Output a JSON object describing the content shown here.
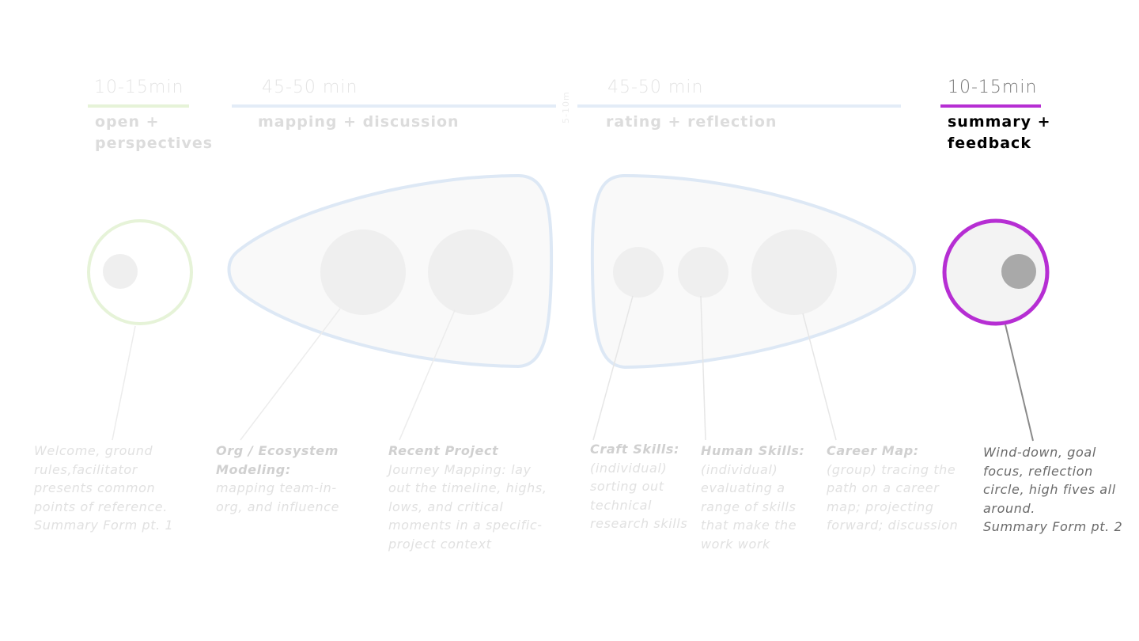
{
  "colors": {
    "green": "#e6f3d8",
    "blue": "#dde8f5",
    "magenta": "#b62ed3",
    "pod_fill": "#f9f9f9",
    "dot_gray": "#efefef",
    "dot_active": "#a9a9a9",
    "active_text": "#000000"
  },
  "phases": [
    {
      "id": "open",
      "duration": "10-15min",
      "title_lines": [
        "open +",
        "perspectives"
      ],
      "active": false
    },
    {
      "id": "mapping",
      "duration": "45-50 min",
      "title_lines": [
        "mapping + discussion"
      ],
      "active": false
    },
    {
      "id": "rating",
      "duration": "45-50 min",
      "title_lines": [
        "rating + reflection"
      ],
      "active": false
    },
    {
      "id": "summary",
      "duration": "10-15min",
      "title_lines": [
        "summary +",
        "feedback"
      ],
      "active": true
    }
  ],
  "break": {
    "label": "5-10m"
  },
  "activities": [
    {
      "id": "welcome",
      "phase": "open",
      "title": "",
      "lines": [
        "Welcome, ground",
        "rules,facilitator",
        "presents common",
        "points of reference."
      ],
      "footer": "Summary Form pt. 1",
      "active": false
    },
    {
      "id": "org-ecosystem",
      "phase": "mapping",
      "title": "Org / Ecosystem Modeling",
      "lines": [
        "Org / Ecosystem",
        "Modeling:",
        "mapping team-in-",
        "org, and influence"
      ],
      "active": false
    },
    {
      "id": "journey-mapping",
      "phase": "mapping",
      "title": "Recent Project Journey Mapping:",
      "lines": [
        "Recent Project",
        "Journey Mapping: lay",
        "out the timeline, highs,",
        "lows, and critical",
        "moments in a specific-",
        "project context"
      ],
      "active": false
    },
    {
      "id": "craft-skills",
      "phase": "rating",
      "title": "Craft Skills:",
      "lines": [
        "Craft Skills:",
        "(individual)",
        "sorting out",
        "technical",
        "research skills"
      ],
      "active": false
    },
    {
      "id": "human-skills",
      "phase": "rating",
      "title": "Human Skills:",
      "lines": [
        "Human Skills:",
        "(individual)",
        "evaluating a",
        "range of skills",
        "that make the",
        "work work"
      ],
      "active": false
    },
    {
      "id": "career-map",
      "phase": "rating",
      "title": "Career Map:",
      "lines": [
        "Career Map:",
        "(group) tracing the",
        "path on a career",
        "map; projecting",
        "forward; discussion"
      ],
      "active": false
    },
    {
      "id": "wind-down",
      "phase": "summary",
      "title": "",
      "lines": [
        "Wind-down, goal",
        "focus, reflection",
        "circle, high fives all",
        "around."
      ],
      "footer": "Summary Form pt. 2",
      "active": true
    }
  ]
}
